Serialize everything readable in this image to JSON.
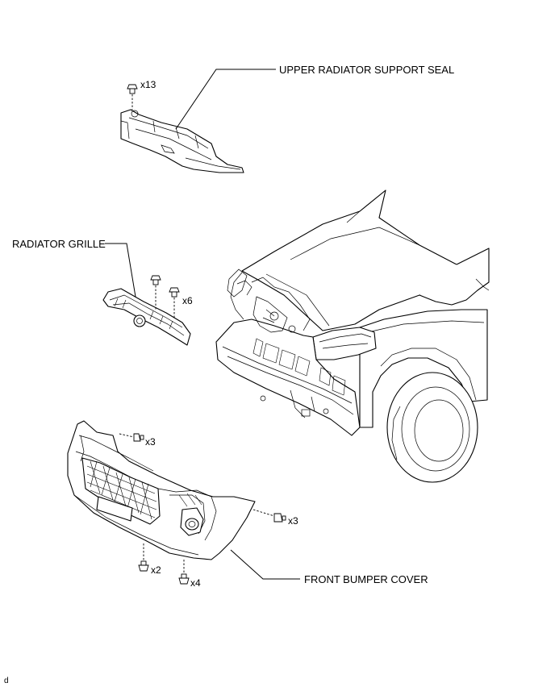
{
  "parts": {
    "upper_radiator_support_seal": "UPPER RADIATOR SUPPORT SEAL",
    "radiator_grille": "RADIATOR GRILLE",
    "front_bumper_cover": "FRONT BUMPER COVER"
  },
  "quantities": {
    "seal_clips": "x13",
    "grille_clips": "x6",
    "bumper_left_screws": "x3",
    "bumper_right_screws": "x3",
    "bumper_lower_left_bolts": "x2",
    "bumper_lower_center_bolts": "x4"
  },
  "footer_code": "d"
}
